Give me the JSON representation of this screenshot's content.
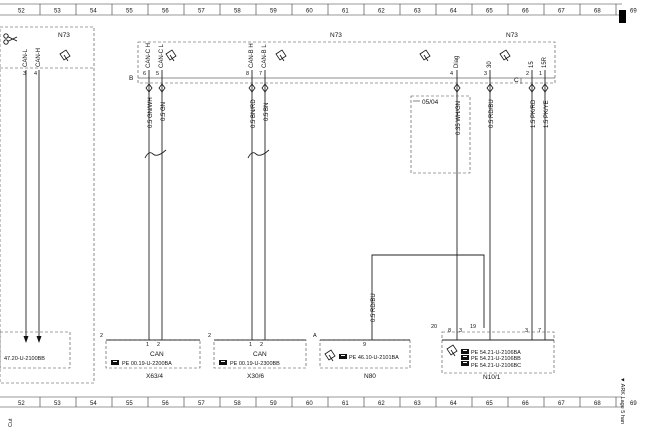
{
  "ruler": {
    "columns": [
      "52",
      "53",
      "54",
      "55",
      "56",
      "57",
      "58",
      "59",
      "60",
      "61",
      "62",
      "63",
      "64",
      "65",
      "66",
      "67",
      "68",
      "69"
    ]
  },
  "modules": {
    "left_n73": "N73",
    "mid_n73": "N73",
    "right_n73": "N73"
  },
  "pins": {
    "can_l": "CAN-L",
    "can_h": "CAN-H",
    "can_c_h_a": "CAN-C H",
    "can_c_l": "CAN-C L",
    "can_b_h": "CAN-B H",
    "can_b_l": "CAN-B L",
    "diag": "Diag",
    "pin30": "30",
    "pin15": "15",
    "pin15r": "15R",
    "p3a": "3",
    "p4a": "4",
    "p6": "6",
    "p5": "5",
    "p8": "8",
    "p7": "7",
    "p4b": "4",
    "p3b": "3",
    "p2": "2",
    "p1": "1",
    "bus_b": "B",
    "bus_c": "C"
  },
  "wires": {
    "w1": "0.5 GN/WH",
    "w2": "0.5 GN",
    "w3": "0.5 BN/RD",
    "w4": "0.5 BN",
    "w5": "0.35 WH/GN",
    "w6": "0.5 RD/BU",
    "w7": "1.5 PK/RD",
    "w8": "1.5 PK/YE",
    "w9": "0.5 RD/BU"
  },
  "option_box": "05/04",
  "bottom": {
    "left_ref": "47.20-U-2100BB",
    "x63_pins": [
      "2",
      "1",
      "2"
    ],
    "x63_can": "CAN",
    "x63_ref": "PE 00.19-U-2200BA",
    "x63_label": "X63/4",
    "x30_pins": [
      "2",
      "1",
      "2"
    ],
    "x30_can": "CAN",
    "x30_ref": "PE 00.19-U-2300BB",
    "x30_label": "X30/6",
    "n80_pin_a": "A",
    "n80_pin": "9",
    "n80_ref": "PE 46.10-U-2101BA",
    "n80_label": "N80",
    "n10_pins": [
      "20",
      "8",
      "3",
      "19",
      "3",
      "7"
    ],
    "n10_refs": [
      "PE 54.21-U-2106BA",
      "PE 54.21-U-2106BB",
      "PE 54.21-U-2106BC"
    ],
    "n10_label": "N10/1"
  },
  "side": {
    "right_note": "▼ ARK Lage 5 han",
    "left_note": "Cut"
  },
  "icons": [
    "scissors-icon",
    "connector-plug-icon",
    "document-ref-icon",
    "end-marker-icon"
  ]
}
